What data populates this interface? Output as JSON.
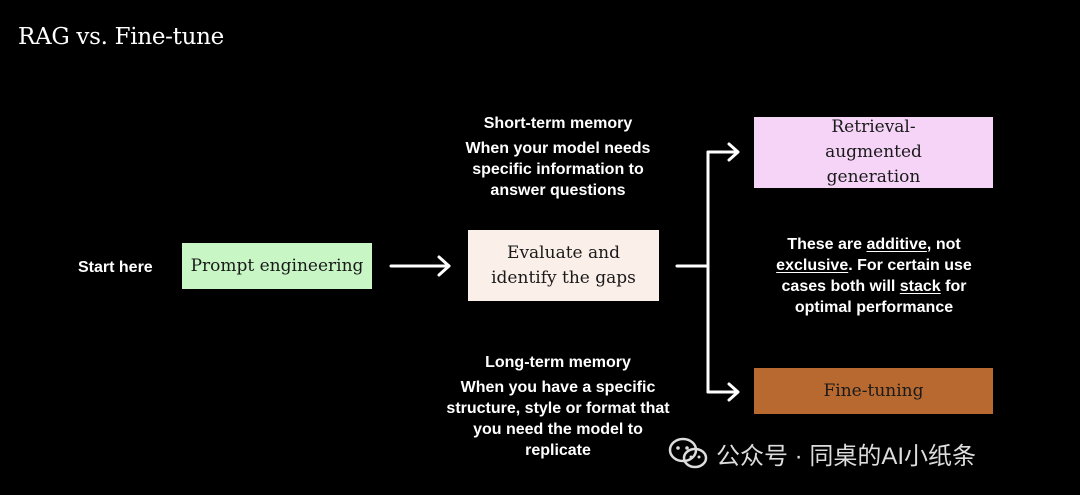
{
  "title": "RAG vs. Fine-tune",
  "start_label": "Start here",
  "boxes": {
    "prompt": "Prompt engineering",
    "evaluate": "Evaluate and identify the gaps",
    "rag": "Retrieval-augmented generation",
    "finetune": "Fine-tuning"
  },
  "short_term": {
    "heading": "Short-term memory",
    "text": "When your model needs specific information to answer questions"
  },
  "long_term": {
    "heading": "Long-term memory",
    "text": "When you have a specific structure, style or format that you need the model to replicate"
  },
  "additive_note": {
    "p1": "These are ",
    "w1": "additive",
    "p2": ", not ",
    "w2": "exclusive",
    "p3": ". For certain use cases both will ",
    "w3": "stack",
    "p4": " for optimal performance"
  },
  "watermark": "公众号 · 同桌的AI小纸条",
  "colors": {
    "background": "#000000",
    "prompt_box": "#c8f7c5",
    "evaluate_box": "#fbefe9",
    "rag_box": "#f5d4f7",
    "finetune_box": "#b8692f"
  },
  "icons": {
    "watermark": "wechat-icon"
  }
}
